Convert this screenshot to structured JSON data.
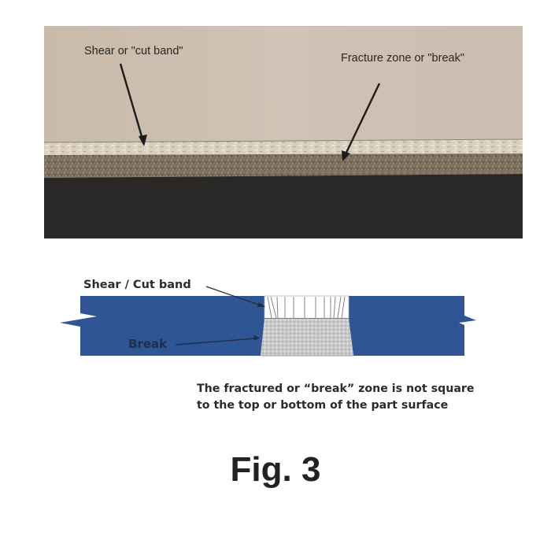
{
  "photo": {
    "labels": {
      "shear": "Shear or \"cut band\"",
      "fracture": "Fracture zone or \"break\""
    },
    "colors": {
      "background": "#cdbfb0",
      "shear_band": "#d9d0bf",
      "break_band": "#7f7262",
      "dark_base": "#2a2826"
    }
  },
  "diagram": {
    "labels": {
      "shear": "Shear / Cut band",
      "break": "Break"
    },
    "colors": {
      "material": "#2f5594",
      "shear_zone": "#ffffff",
      "break_zone": "#c9c9c9",
      "label_shear": "#2b2b2b",
      "label_break": "#1e2e4c"
    }
  },
  "caption": {
    "line1": "The fractured or “break” zone is not square",
    "line2": "to the top or bottom of the part surface"
  },
  "figure": {
    "title": "Fig. 3"
  }
}
